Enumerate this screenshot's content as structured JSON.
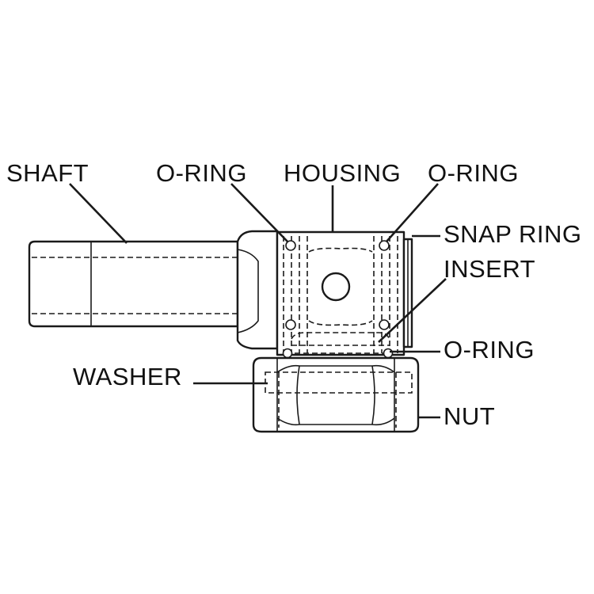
{
  "labels": {
    "shaft": "SHAFT",
    "o_ring_left": "O-RING",
    "housing": "HOUSING",
    "o_ring_right": "O-RING",
    "snap_ring": "SNAP RING",
    "insert": "INSERT",
    "o_ring_lower": "O-RING",
    "washer": "WASHER",
    "nut": "NUT"
  },
  "colors": {
    "ink": "#1a1a1a",
    "background": "#ffffff"
  }
}
